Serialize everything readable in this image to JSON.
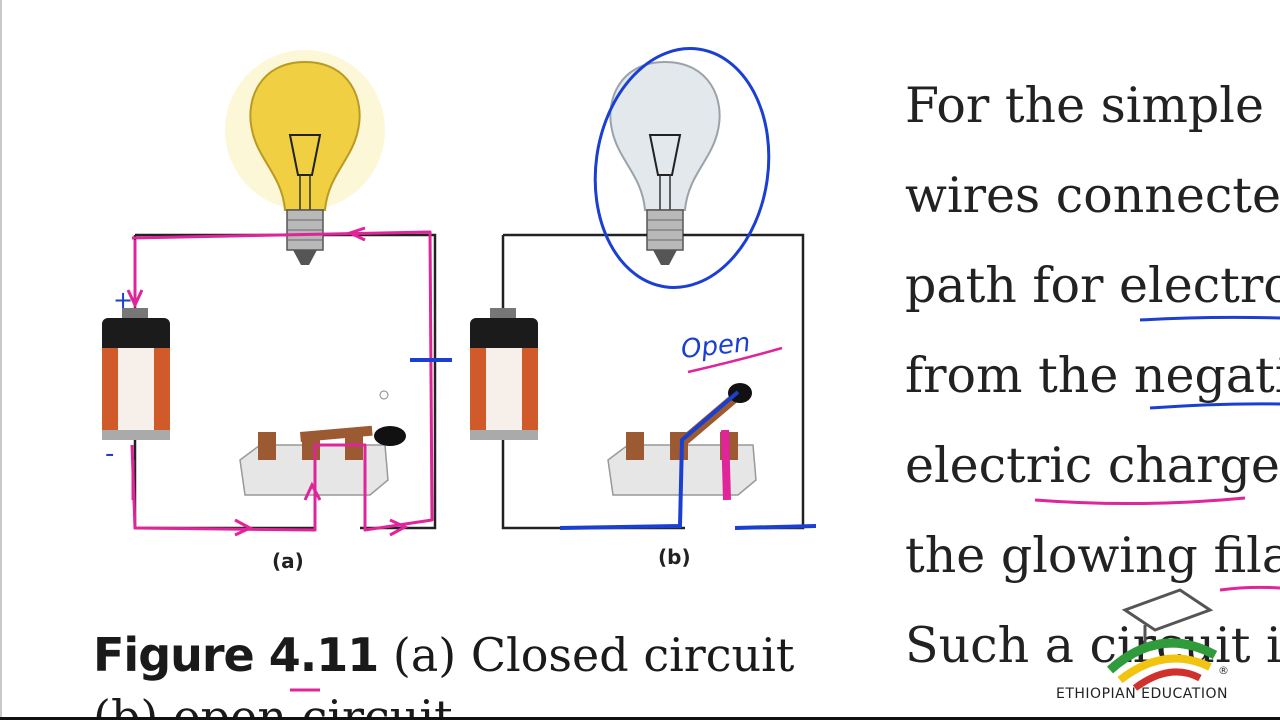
{
  "figure": {
    "label_a": "(a)",
    "label_b": "(b)",
    "annotation_open": "Open",
    "annotation_plus": "+",
    "annotation_minus": "-"
  },
  "caption": {
    "number": "Figure 4.11",
    "text": "(a) Closed circuit",
    "cut_line": "(b) open circuit"
  },
  "body_lines": [
    "For the simple c",
    "wires connected",
    "path for electron",
    "from the negativ",
    "electric charge",
    "the glowing fila",
    "Such a circuit is"
  ],
  "logo": {
    "text": "ETHIOPIAN EDUCATION",
    "mark": "®"
  },
  "colors": {
    "ink_pink": "#e0249a",
    "ink_blue": "#1a3fd1",
    "bulb_on": "#f3d54a",
    "bulb_off": "#dfe5ea"
  }
}
